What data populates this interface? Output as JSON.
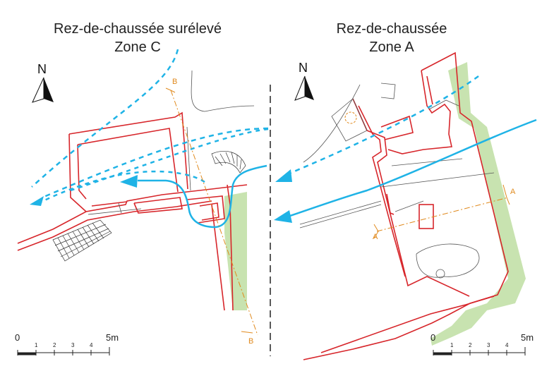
{
  "left_panel": {
    "title_line1": "Rez-de-chaussée surélevé",
    "title_line2": "Zone C",
    "north_label": "N",
    "section_label_top": "B",
    "section_label_bottom": "B",
    "scale": {
      "zero": "0",
      "end": "5m",
      "ticks": [
        "1",
        "2",
        "3",
        "4"
      ]
    }
  },
  "right_panel": {
    "title_line1": "Rez-de-chaussée",
    "title_line2": "Zone A",
    "north_label": "N",
    "section_label_left": "A",
    "section_label_right": "A",
    "scale": {
      "zero": "0",
      "end": "5m",
      "ticks": [
        "1",
        "2",
        "3",
        "4"
      ]
    }
  },
  "colors": {
    "wall": "#d7262b",
    "flow": "#1fb3e6",
    "green_band": "#c8e3b0",
    "section_line": "#e08a1e",
    "hatch": "#333333"
  }
}
